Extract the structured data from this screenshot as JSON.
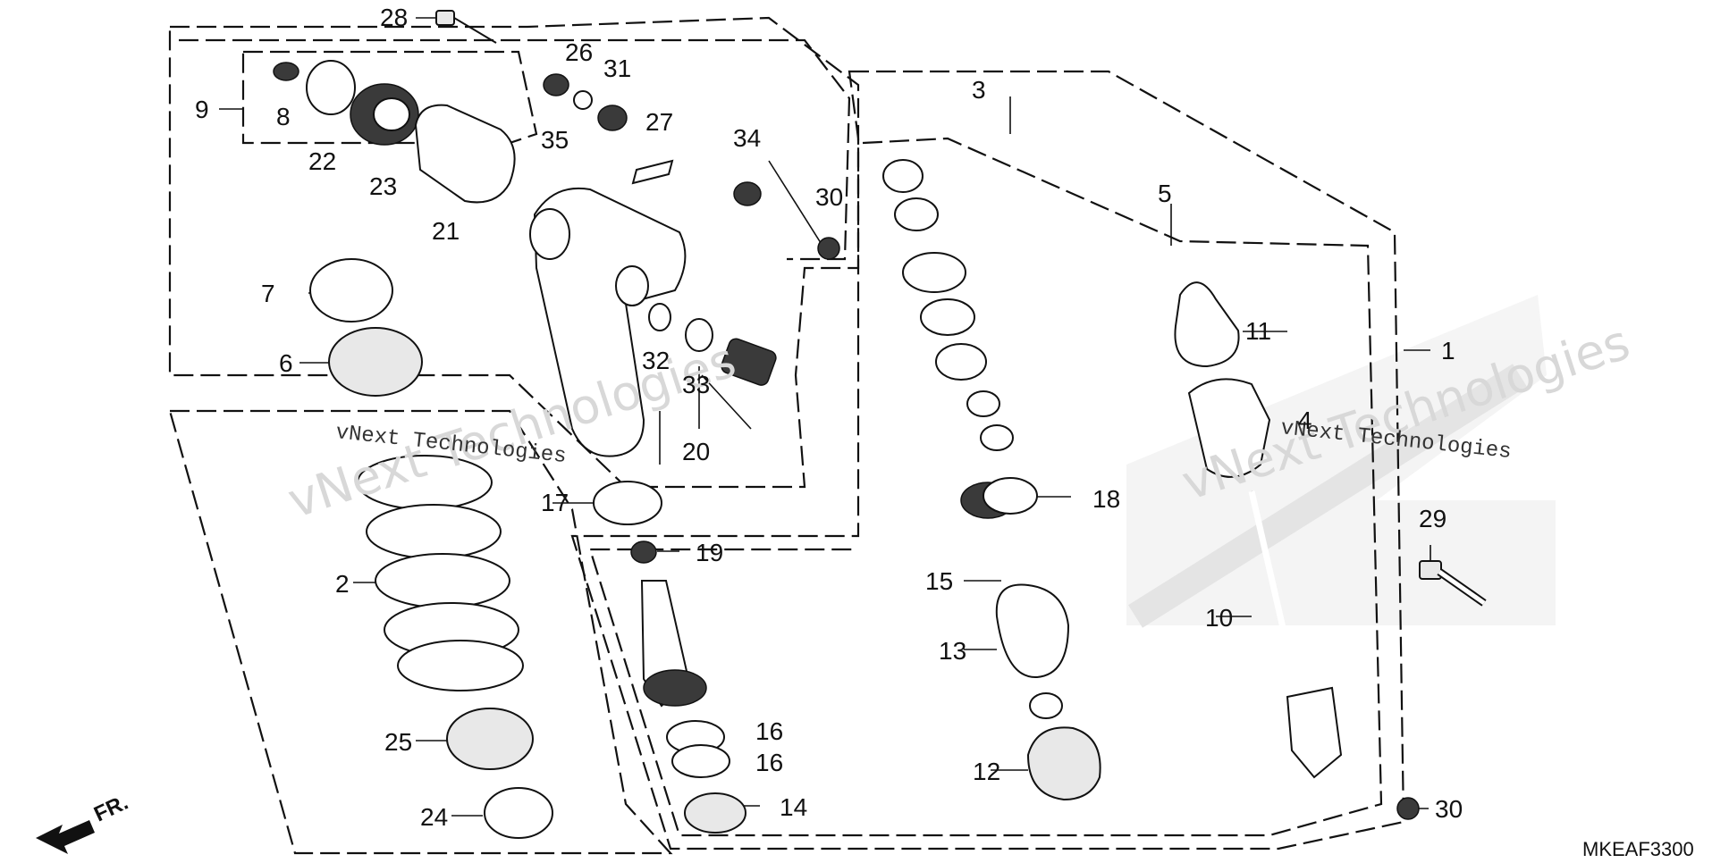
{
  "diagram": {
    "drawing_code": "MKEAF3300",
    "direction_label": "FR.",
    "watermark_primary": "vNext Technologies",
    "watermark_secondary": "Technologies",
    "callouts": {
      "c1": "1",
      "c2": "2",
      "c3": "3",
      "c4": "4",
      "c5": "5",
      "c6": "6",
      "c7": "7",
      "c8": "8",
      "c9": "9",
      "c10": "10",
      "c11": "11",
      "c12": "12",
      "c13": "13",
      "c14": "14",
      "c15": "15",
      "c16a": "16",
      "c16b": "16",
      "c17": "17",
      "c18": "18",
      "c19": "19",
      "c20": "20",
      "c21": "21",
      "c22": "22",
      "c23": "23",
      "c24": "24",
      "c25": "25",
      "c26": "26",
      "c27": "27",
      "c28": "28",
      "c29": "29",
      "c30a": "30",
      "c30b": "30",
      "c31": "31",
      "c32": "32",
      "c33": "33",
      "c34": "34",
      "c35": "35"
    }
  }
}
